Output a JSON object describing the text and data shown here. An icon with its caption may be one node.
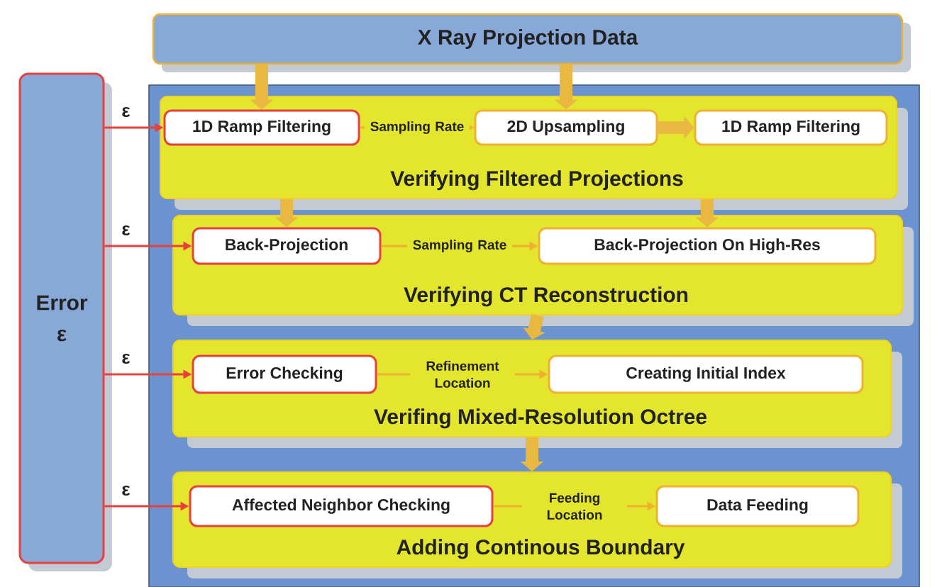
{
  "diagram": {
    "nodes": [
      {
        "text": [
          "X Ray Projection Data"
        ]
      },
      {
        "text": [
          "Error ε"
        ]
      },
      {
        "text": [],
        "shape": "box"
      },
      {
        "text": [
          "Verifying Filtered Projections"
        ],
        "in": 2
      },
      {
        "text": [
          "1D Ramp Filtering"
        ],
        "in": 3
      },
      {
        "text": [
          "2D Upsampling"
        ],
        "in": 3
      },
      {
        "text": [
          "1D Ramp Filtering"
        ],
        "in": 3
      },
      {
        "text": [
          "Verifying CT Reconstruction"
        ],
        "in": 2
      },
      {
        "text": [
          "Back-Projection"
        ],
        "in": 7
      },
      {
        "text": [
          "Back-Projection On High-Res"
        ],
        "in": 7
      },
      {
        "text": [
          "Verifing Mixed-Resolution Octree"
        ],
        "in": 2
      },
      {
        "text": [
          "Error Checking"
        ],
        "in": 10
      },
      {
        "text": [
          "Creating Initial Index"
        ],
        "in": 10
      },
      {
        "text": [
          "Adding Continous Boundary"
        ],
        "in": 2
      },
      {
        "text": [
          "Affected Neighbor Checking"
        ],
        "in": 13
      },
      {
        "text": [
          "Data Feeding"
        ],
        "in": 13
      }
    ],
    "edges": [
      {
        "from": 0,
        "to": 4,
        "arrow": "to",
        "style": "thick",
        "color": "#e8b840"
      },
      {
        "from": 0,
        "to": 5,
        "arrow": "to",
        "style": "thick",
        "color": "#e8b840"
      },
      {
        "from": 4,
        "to": 5,
        "arrow": "to",
        "label": "Sampling Rate"
      },
      {
        "from": 5,
        "to": 6,
        "arrow": "to",
        "style": "thick",
        "color": "#e8b840"
      },
      {
        "from": 3,
        "to": 8,
        "arrow": "to",
        "style": "thick",
        "color": "#e8b840"
      },
      {
        "from": 3,
        "to": 9,
        "arrow": "to",
        "style": "thick",
        "color": "#e8b840"
      },
      {
        "from": 8,
        "to": 9,
        "arrow": "to",
        "label": "Sampling Rate"
      },
      {
        "from": 7,
        "to": 10,
        "arrow": "to",
        "style": "thick",
        "color": "#e8b840"
      },
      {
        "from": 11,
        "to": 12,
        "arrow": "to",
        "label": "Refinement Location"
      },
      {
        "from": 10,
        "to": 13,
        "arrow": "to",
        "style": "thick",
        "color": "#e8b840"
      },
      {
        "from": 14,
        "to": 15,
        "arrow": "to",
        "label": "Feeding Location"
      },
      {
        "from": 1,
        "to": 4,
        "arrow": "to",
        "label": "ε",
        "color": "#e8403c"
      },
      {
        "from": 1,
        "to": 8,
        "arrow": "to",
        "label": "ε",
        "color": "#e8403c"
      },
      {
        "from": 1,
        "to": 11,
        "arrow": "to",
        "label": "ε",
        "color": "#e8403c"
      },
      {
        "from": 1,
        "to": 14,
        "arrow": "to",
        "label": "ε",
        "color": "#e8403c"
      }
    ]
  }
}
